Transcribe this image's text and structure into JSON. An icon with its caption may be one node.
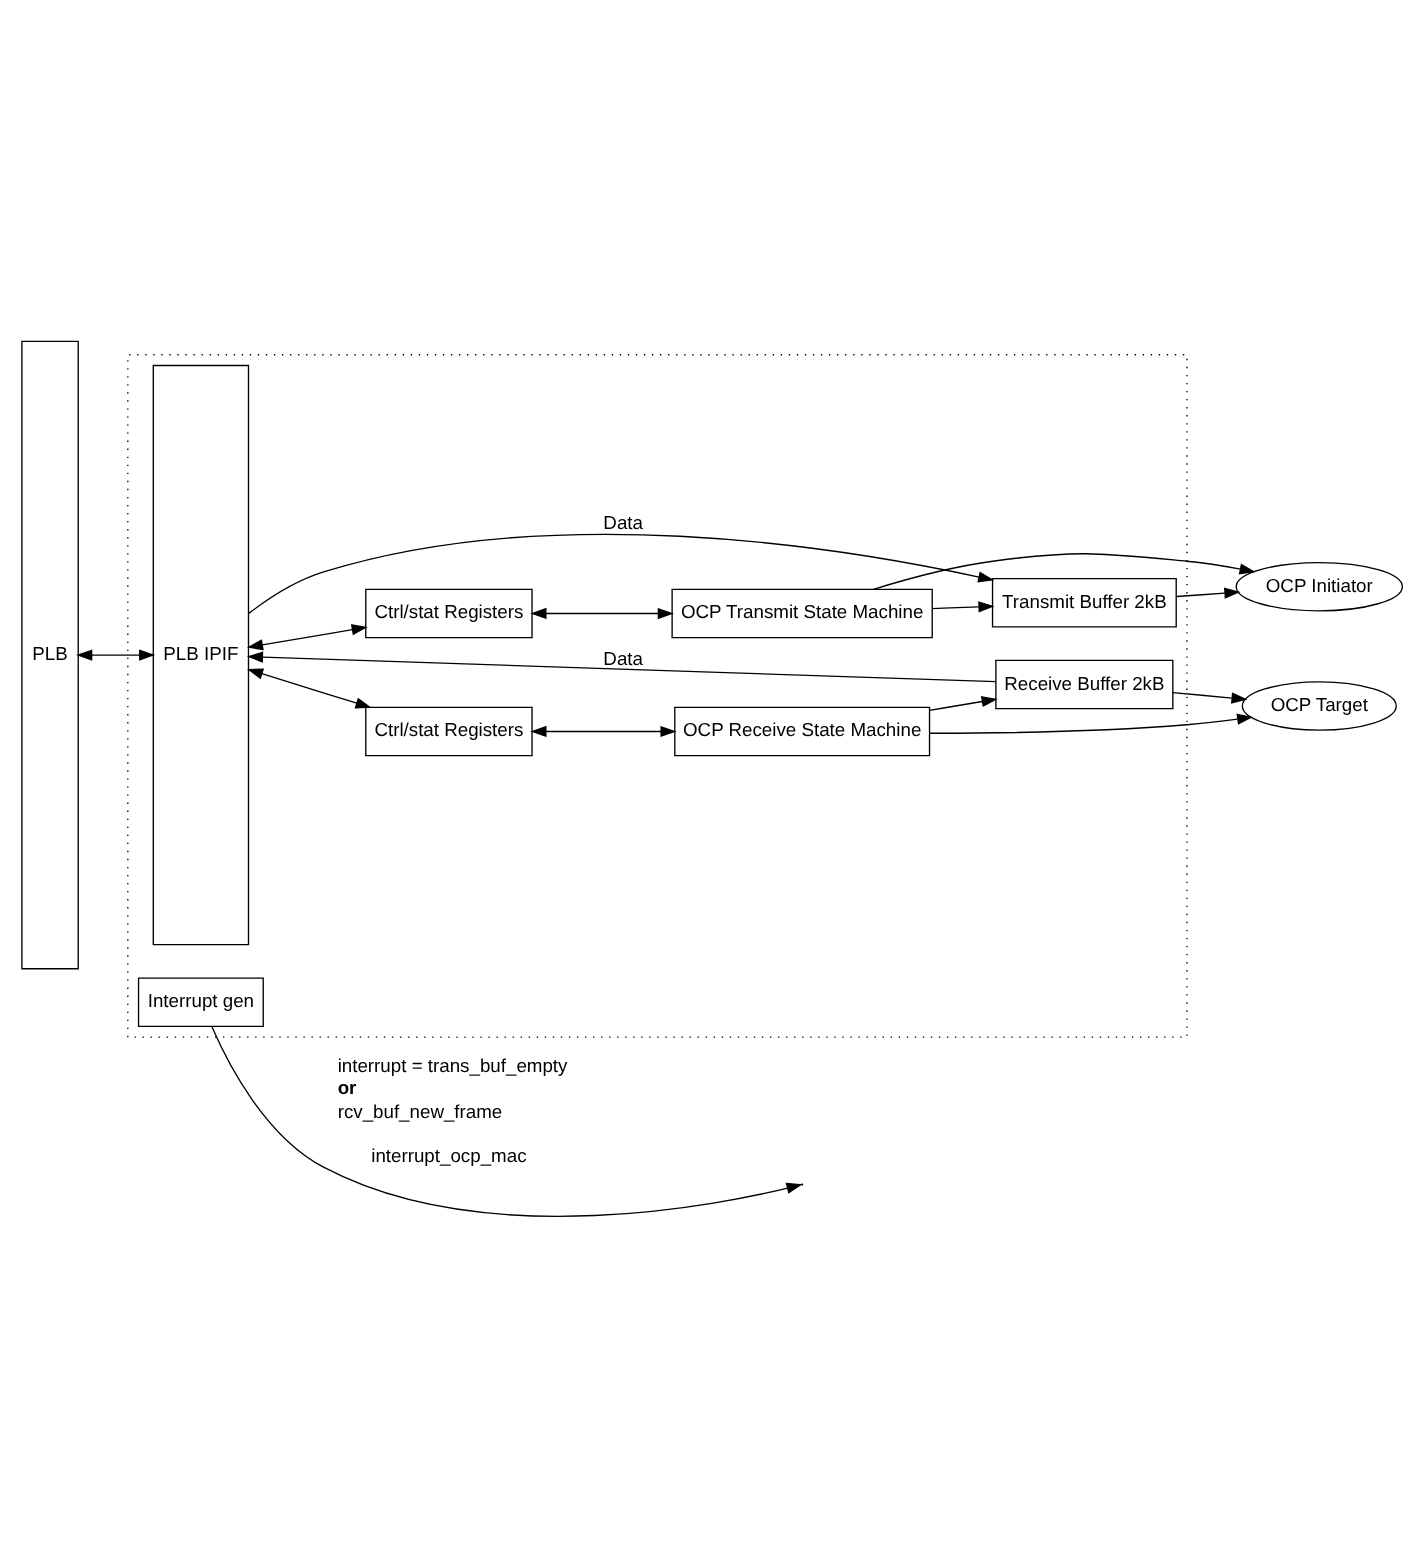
{
  "diagram": {
    "nodes": [
      {
        "text": [],
        "shape": "box"
      },
      {
        "text": [
          "PLB"
        ]
      },
      {
        "text": [
          "Interrupt gen"
        ],
        "in": 0
      },
      {
        "text": [
          "PLB IPIF"
        ],
        "in": 0
      },
      {
        "text": [
          "Ctrl/stat Registers"
        ],
        "in": 0
      },
      {
        "text": [
          "OCP Transmit State Machine"
        ],
        "in": 0
      },
      {
        "text": [
          "Transmit Buffer 2kB"
        ],
        "in": 0
      },
      {
        "text": [
          "OCP Initiator"
        ]
      },
      {
        "text": [
          "Receive Buffer 2kB"
        ],
        "in": 0
      },
      {
        "text": [
          "OCP Receive State Machine"
        ],
        "in": 0
      },
      {
        "text": [
          "Ctrl/stat Registers"
        ],
        "in": 0
      },
      {
        "text": [
          "OCP Target"
        ]
      }
    ],
    "edges": [
      {
        "from": 2,
        "to": null,
        "arrow": "to",
        "label": "interrupt_ocp_mac"
      },
      {
        "from": 1,
        "to": 3,
        "arrow": "both"
      },
      {
        "from": 3,
        "to": 4,
        "arrow": "both"
      },
      {
        "from": 4,
        "to": 5,
        "arrow": "both"
      },
      {
        "from": 5,
        "to": 6,
        "arrow": "to"
      },
      {
        "from": 5,
        "to": 7,
        "arrow": "to"
      },
      {
        "from": 3,
        "to": 6,
        "arrow": "to",
        "label": "Data"
      },
      {
        "from": 6,
        "to": 7,
        "arrow": "to"
      },
      {
        "from": 8,
        "to": 3,
        "arrow": "to",
        "label": "Data"
      },
      {
        "from": 8,
        "to": 11,
        "arrow": "to"
      },
      {
        "from": 9,
        "to": 8,
        "arrow": "to"
      },
      {
        "from": 9,
        "to": 11,
        "arrow": "to"
      },
      {
        "from": 3,
        "to": 10,
        "arrow": "both"
      },
      {
        "from": 10,
        "to": 9,
        "arrow": "both"
      }
    ],
    "labels": [
      "interrupt = trans_buf_empty **or** rcv_buf_new_frame"
    ]
  }
}
